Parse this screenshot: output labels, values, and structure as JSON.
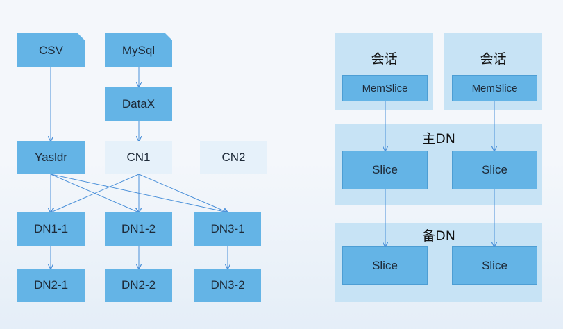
{
  "left_diagram": {
    "csv": "CSV",
    "mysql": "MySql",
    "datax": "DataX",
    "yasldr": "Yasldr",
    "cn1": "CN1",
    "cn2": "CN2",
    "dn1_1": "DN1-1",
    "dn1_2": "DN1-2",
    "dn3_1": "DN3-1",
    "dn2_1": "DN2-1",
    "dn2_2": "DN2-2",
    "dn3_2": "DN3-2"
  },
  "right_diagram": {
    "session_left": {
      "title": "会话",
      "memslice": "MemSlice"
    },
    "session_right": {
      "title": "会话",
      "memslice": "MemSlice"
    },
    "primary_dn": {
      "title": "主DN",
      "slices": [
        "Slice",
        "Slice"
      ]
    },
    "standby_dn": {
      "title": "备DN",
      "slices": [
        "Slice",
        "Slice"
      ]
    }
  },
  "colors": {
    "box_solid": "#64b4e6",
    "box_pale": "#e6f1fa",
    "panel": "#c7e3f5",
    "arrow": "#4a90d9"
  }
}
